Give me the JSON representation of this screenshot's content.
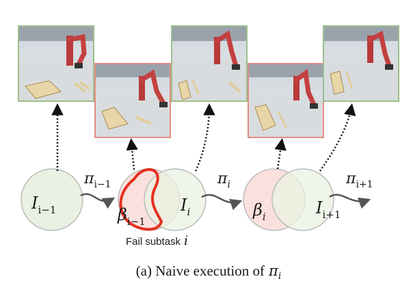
{
  "colors": {
    "success_border": "#9bbf8a",
    "fail_border": "#e58b83",
    "success_fill": "#e9f1e2",
    "fail_fill": "#f9dcd8",
    "fail_outline": "#e5301f",
    "arrow": "#555555"
  },
  "frames": [
    {
      "status": "success"
    },
    {
      "status": "fail"
    },
    {
      "status": "success"
    },
    {
      "status": "fail"
    },
    {
      "status": "success"
    }
  ],
  "sets": [
    {
      "symbol": "I",
      "sub": "i−1",
      "kind": "initiation"
    },
    {
      "symbol": "β",
      "sub": "i−1",
      "kind": "termination"
    },
    {
      "symbol": "I",
      "sub": "i",
      "kind": "initiation"
    },
    {
      "symbol": "β",
      "sub": "i",
      "kind": "termination"
    },
    {
      "symbol": "I",
      "sub": "i+1",
      "kind": "initiation"
    }
  ],
  "policies": [
    {
      "symbol": "π",
      "sub": "i−1"
    },
    {
      "symbol": "π",
      "sub": "i"
    },
    {
      "symbol": "π",
      "sub": "i+1"
    }
  ],
  "fail_label": {
    "text": "Fail subtask",
    "var": "i"
  },
  "caption": {
    "text": "(a) Naive execution of",
    "var": "π",
    "sub": "i"
  }
}
